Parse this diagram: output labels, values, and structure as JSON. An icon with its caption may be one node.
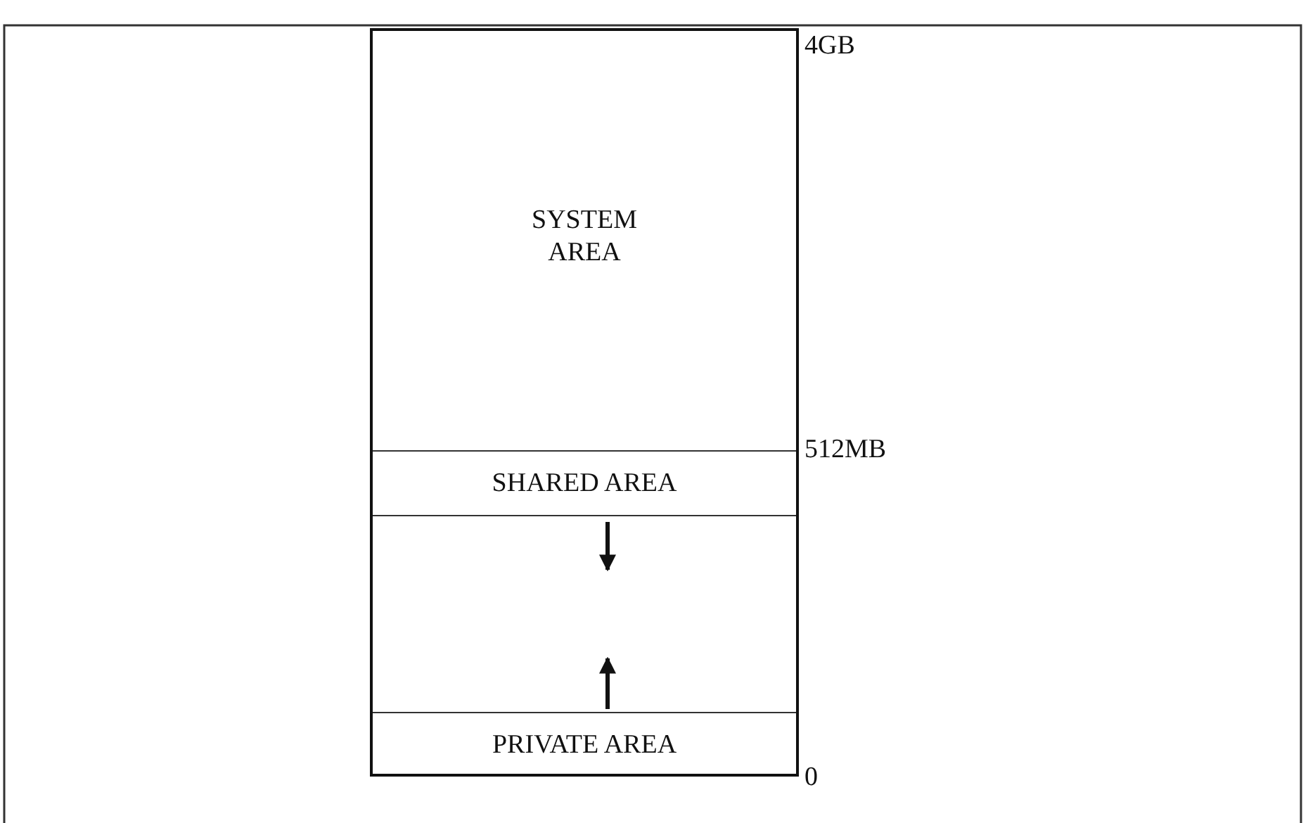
{
  "diagram": {
    "nodes": [
      {
        "text": [],
        "shape": "box"
      },
      {
        "text": [
          "SYSTEM AREA"
        ],
        "in": 0
      },
      {
        "text": [
          "SHARED AREA"
        ],
        "in": 0
      },
      {
        "text": [],
        "shape": "box",
        "in": 0
      },
      {
        "text": [
          "PRIVATE AREA"
        ],
        "in": 0
      }
    ],
    "edges": [],
    "labels": [
      "4GB",
      "512MB",
      "0"
    ]
  }
}
